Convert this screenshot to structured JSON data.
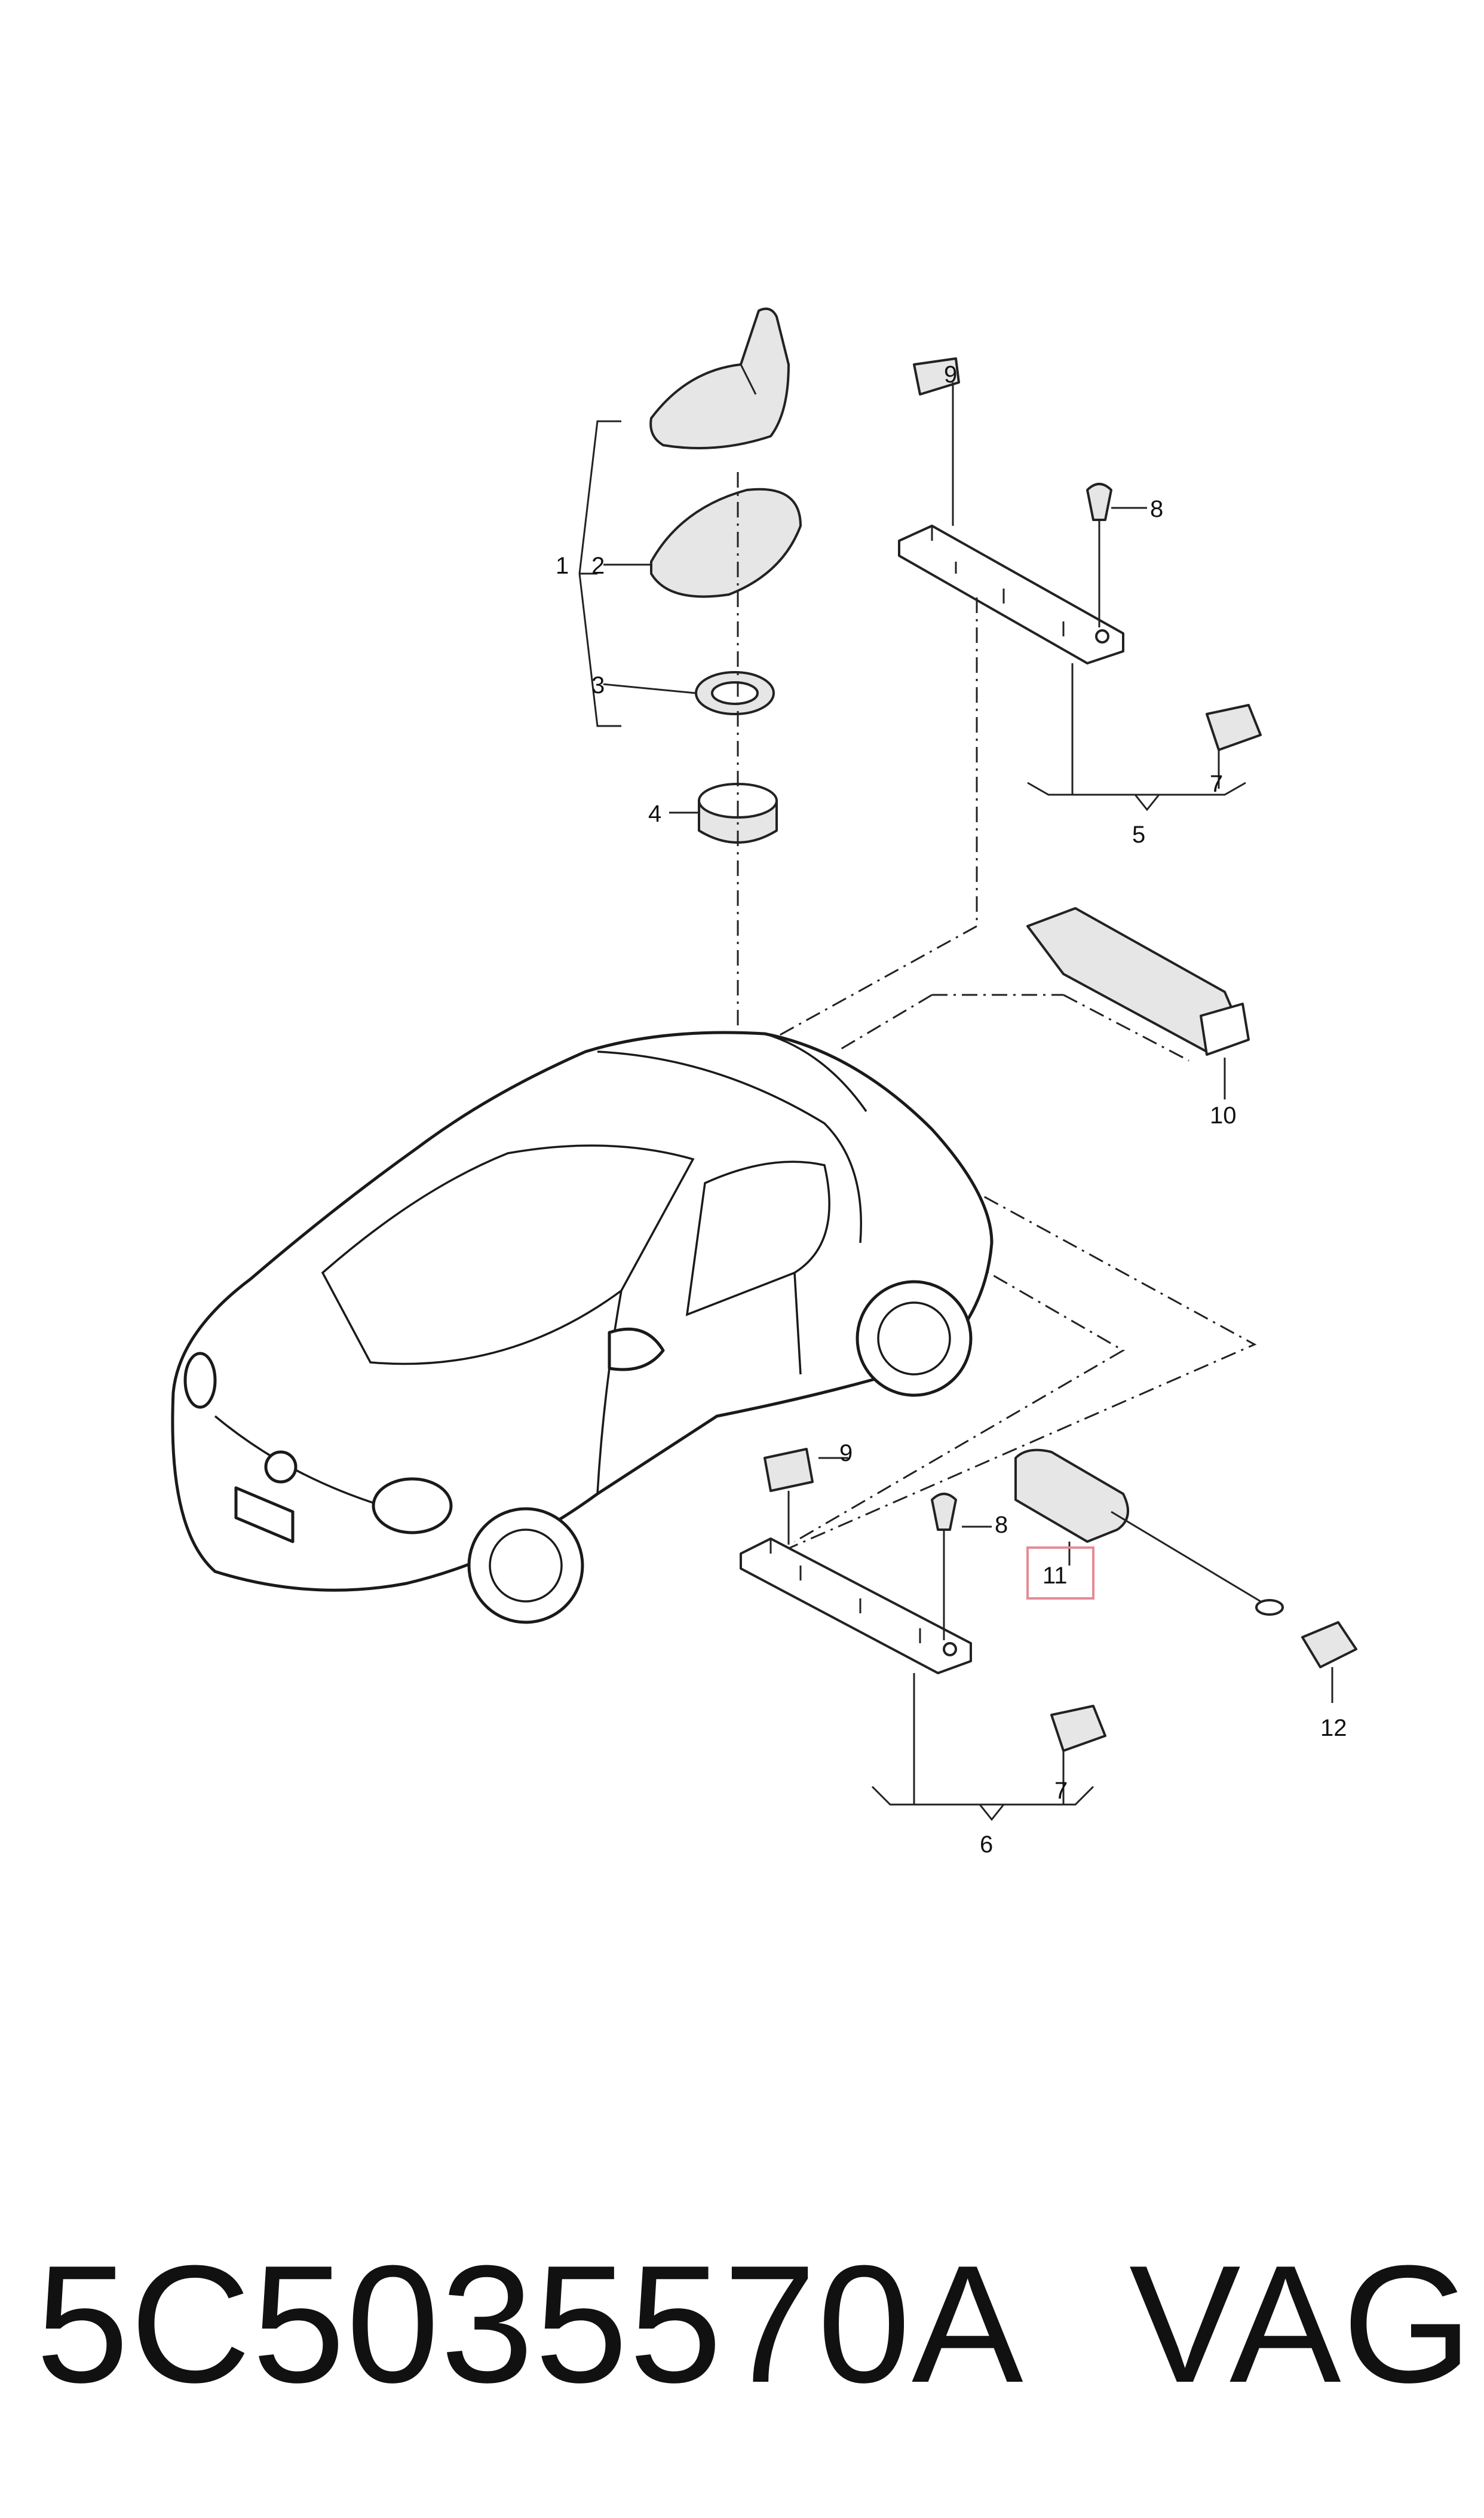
{
  "callouts": {
    "c1": "1",
    "c2": "2",
    "c3": "3",
    "c4": "4",
    "c5": "5",
    "c6": "6",
    "c7a": "7",
    "c7b": "7",
    "c8a": "8",
    "c8b": "8",
    "c9a": "9",
    "c9b": "9",
    "c10": "10",
    "c11": "11",
    "c12": "12"
  },
  "highlight_color": "#e58b98",
  "footer": {
    "part_number": "5C5035570A",
    "brand": "VAG"
  }
}
